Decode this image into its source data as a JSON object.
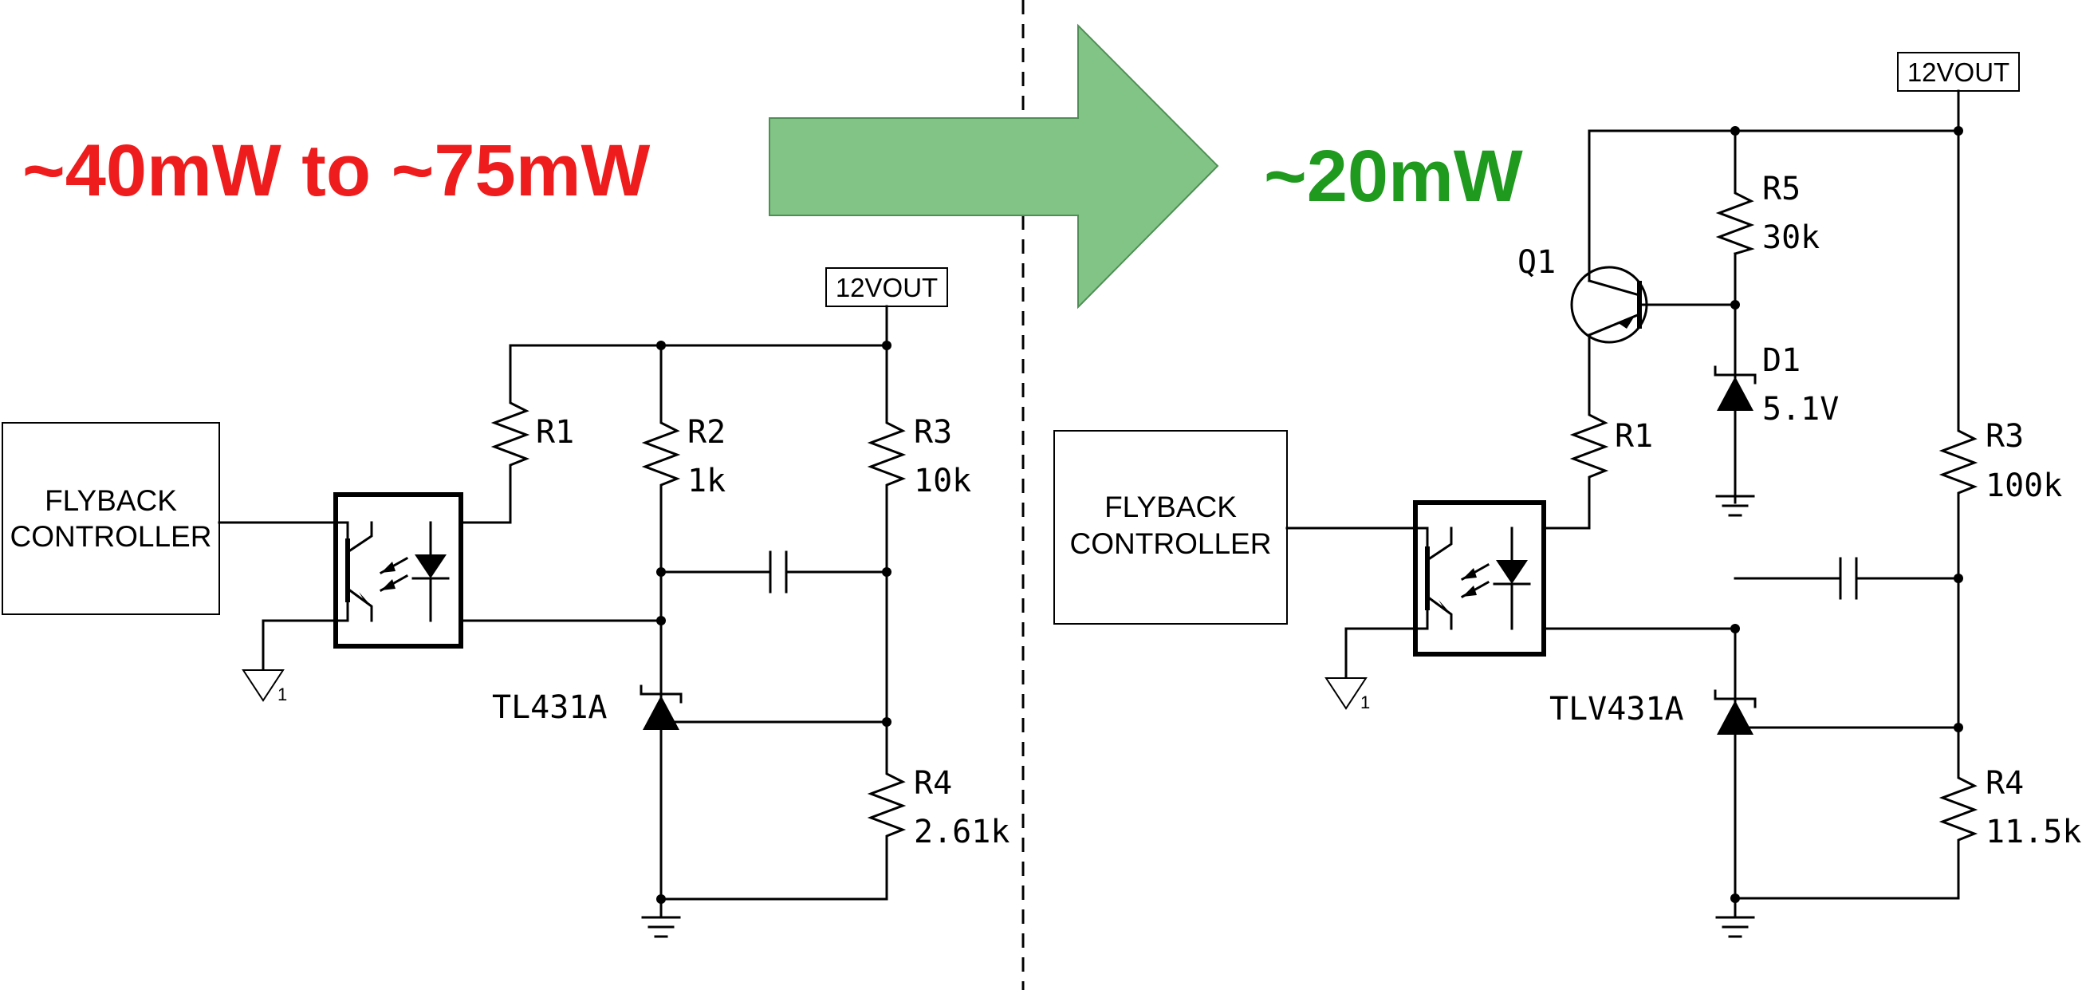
{
  "colors": {
    "before_power": "#ee1c1c",
    "after_power": "#1f9a1f",
    "arrow_fill": "#82c386",
    "arrow_stroke": "#4f8f55"
  },
  "icons": [
    "right-arrow",
    "resistor-symbol",
    "capacitor-symbol",
    "zener-diode-symbol",
    "pnp-transistor-symbol",
    "optocoupler-symbol",
    "ground-symbol"
  ],
  "before": {
    "power": "~40mW to ~75mW",
    "controller_line1": "FLYBACK",
    "controller_line2": "CONTROLLER",
    "net_label": "12VOUT",
    "r1": "R1",
    "r2": "R2",
    "r2_value": "1k",
    "r3": "R3",
    "r3_value": "10k",
    "r4": "R4",
    "r4_value": "2.61k",
    "shunt": "TL431A",
    "gnd_index": "1"
  },
  "after": {
    "power": "~20mW",
    "controller_line1": "FLYBACK",
    "controller_line2": "CONTROLLER",
    "net_label": "12VOUT",
    "q1": "Q1",
    "r5": "R5",
    "r5_value": "30k",
    "d1": "D1",
    "d1_value": "5.1V",
    "r1": "R1",
    "r3": "R3",
    "r3_value": "100k",
    "r4": "R4",
    "r4_value": "11.5k",
    "shunt": "TLV431A",
    "gnd_index": "1"
  }
}
